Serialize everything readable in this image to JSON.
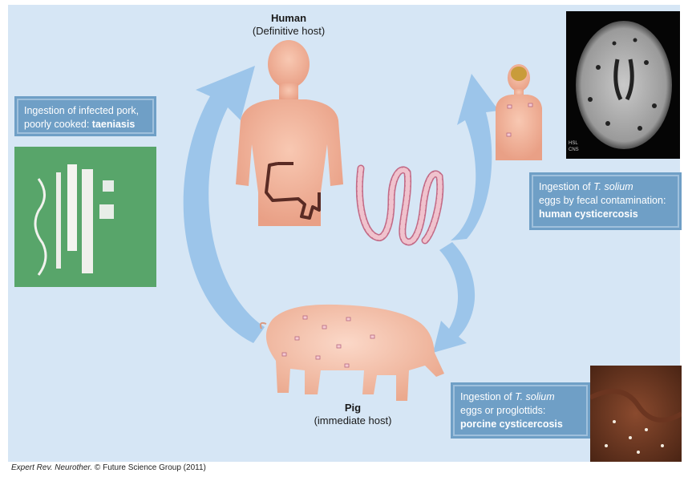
{
  "human": {
    "title": "Human",
    "subtitle": "(Definitive host)"
  },
  "pig": {
    "title": "Pig",
    "subtitle": "(immediate host)"
  },
  "box_taeniasis": {
    "line1": "Ingestion of infected pork,",
    "line2_prefix": "poorly cooked: ",
    "line2_bold": "taeniasis"
  },
  "box_human_cysticercosis": {
    "prefix": "Ingestion of ",
    "species": "T. solium",
    "line2": "eggs by fecal contamination:",
    "bold": "human cysticercosis"
  },
  "box_porcine_cysticercosis": {
    "prefix": "Ingestion of ",
    "species": "T. solium",
    "line2": "eggs or proglottids:",
    "bold": "porcine cysticercosis"
  },
  "mri_labels": {
    "a": "HSL",
    "b": "CNS"
  },
  "credit": {
    "journal": "Expert Rev. Neurother.",
    "rest": " © Future Science Group (2011)"
  },
  "colors": {
    "background": "#d6e6f5",
    "arrow": "#9cc5ea",
    "box": "#6f9fc6",
    "skin": "#f2b39a",
    "worm": "#e8a9b7"
  }
}
